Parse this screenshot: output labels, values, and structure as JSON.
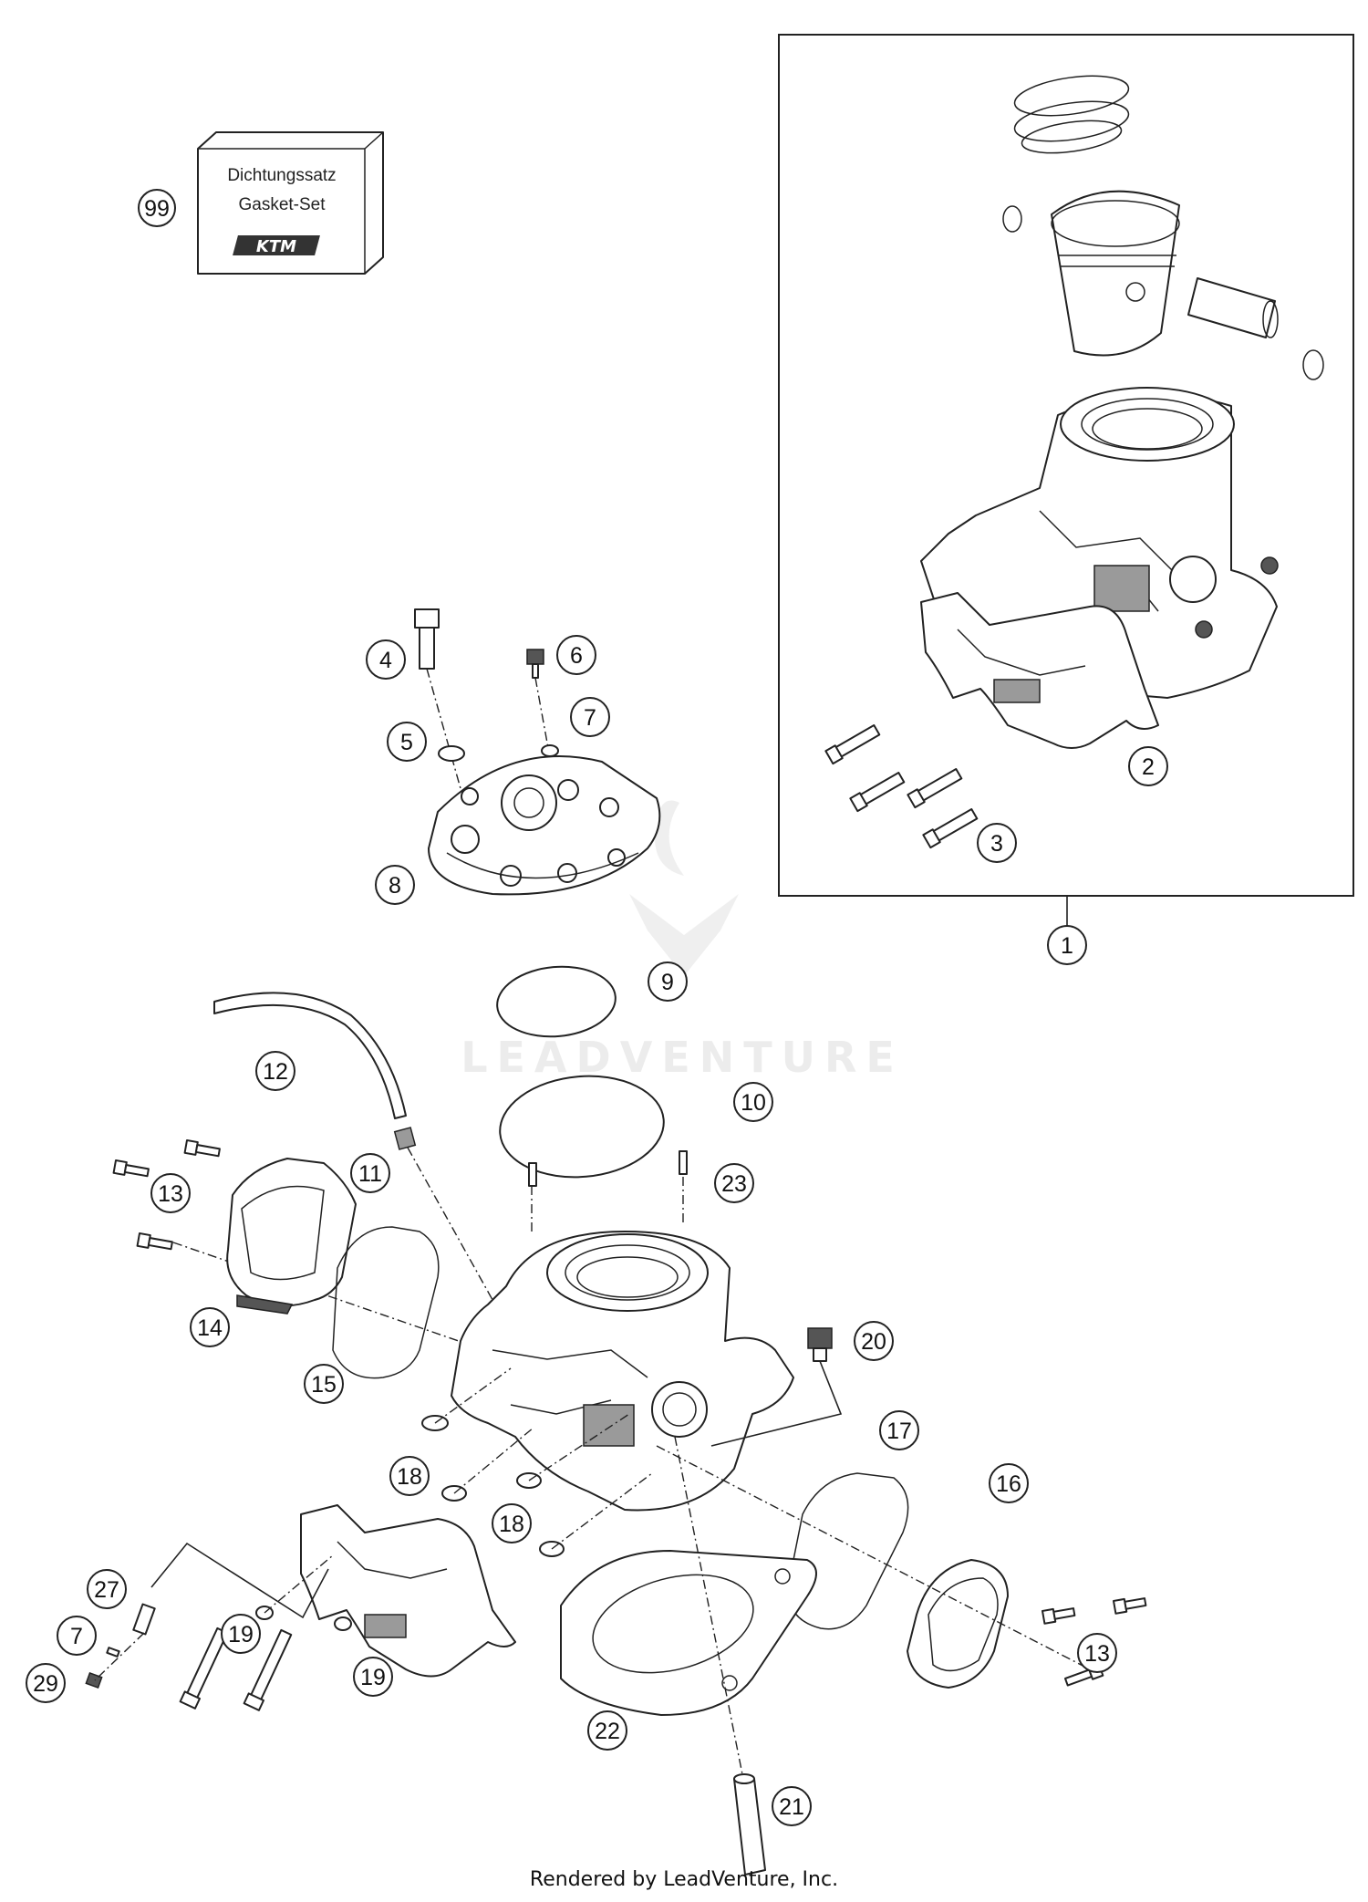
{
  "gasket_box": {
    "line1": "Dichtungssatz",
    "line2": "Gasket-Set",
    "logo": "KTM"
  },
  "watermark": "LEADVENTURE",
  "footer": "Rendered by LeadVenture, Inc.",
  "callouts": [
    "99",
    "1",
    "2",
    "3",
    "4",
    "5",
    "6",
    "7",
    "8",
    "9",
    "10",
    "11",
    "12",
    "13",
    "14",
    "15",
    "16",
    "17",
    "18",
    "18",
    "19",
    "19",
    "20",
    "21",
    "22",
    "23",
    "13",
    "27",
    "7",
    "29"
  ]
}
